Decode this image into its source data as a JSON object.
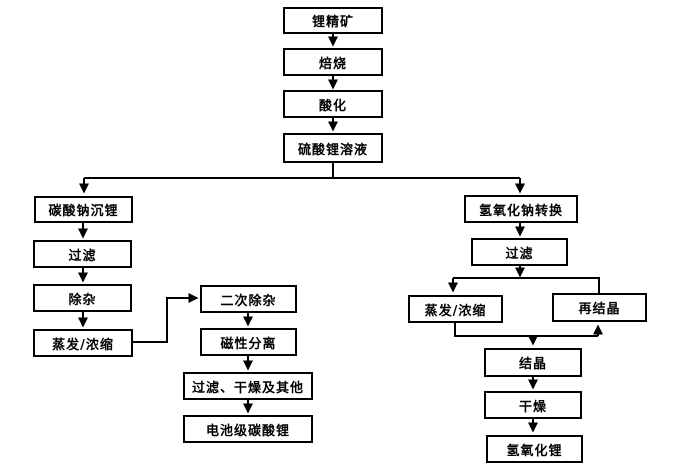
{
  "diagram": {
    "type": "flowchart",
    "language": "zh",
    "colors": {
      "background": "#ffffff",
      "line": "#000000",
      "box_border": "#000000",
      "text": "#000000"
    },
    "nodes": {
      "lithium_concentrate": "锂精矿",
      "roasting": "焙烧",
      "acidification": "酸化",
      "lithium_sulfate_solution": "硫酸锂溶液",
      "sodium_carbonate_precipitation": "碳酸钠沉锂",
      "filtration_left": "过滤",
      "impurity_removal": "除杂",
      "evaporation_concentration_left": "蒸发/浓缩",
      "secondary_impurity_removal": "二次除杂",
      "magnetic_separation": "磁性分离",
      "filtration_drying_other": "过滤、干燥及其他",
      "battery_grade_lithium_carbonate": "电池级碳酸锂",
      "sodium_hydroxide_conversion": "氢氧化钠转换",
      "filtration_right": "过滤",
      "evaporation_concentration_right": "蒸发/浓缩",
      "recrystallization": "再结晶",
      "crystallization": "结晶",
      "drying": "干燥",
      "lithium_hydroxide": "氢氧化锂"
    },
    "edges": [
      {
        "from": "lithium_concentrate",
        "to": "roasting"
      },
      {
        "from": "roasting",
        "to": "acidification"
      },
      {
        "from": "acidification",
        "to": "lithium_sulfate_solution"
      },
      {
        "from": "lithium_sulfate_solution",
        "to": "sodium_carbonate_precipitation"
      },
      {
        "from": "lithium_sulfate_solution",
        "to": "sodium_hydroxide_conversion"
      },
      {
        "from": "sodium_carbonate_precipitation",
        "to": "filtration_left"
      },
      {
        "from": "filtration_left",
        "to": "impurity_removal"
      },
      {
        "from": "impurity_removal",
        "to": "evaporation_concentration_left"
      },
      {
        "from": "evaporation_concentration_left",
        "to": "secondary_impurity_removal"
      },
      {
        "from": "secondary_impurity_removal",
        "to": "magnetic_separation"
      },
      {
        "from": "magnetic_separation",
        "to": "filtration_drying_other"
      },
      {
        "from": "filtration_drying_other",
        "to": "battery_grade_lithium_carbonate"
      },
      {
        "from": "sodium_hydroxide_conversion",
        "to": "filtration_right"
      },
      {
        "from": "filtration_right",
        "to": "evaporation_concentration_right"
      },
      {
        "from": "recrystallization",
        "to": "evaporation_concentration_right"
      },
      {
        "from": "evaporation_concentration_right",
        "to": "crystallization"
      },
      {
        "from": "evaporation_concentration_right",
        "to": "recrystallization"
      },
      {
        "from": "crystallization",
        "to": "drying"
      },
      {
        "from": "drying",
        "to": "lithium_hydroxide"
      }
    ]
  }
}
